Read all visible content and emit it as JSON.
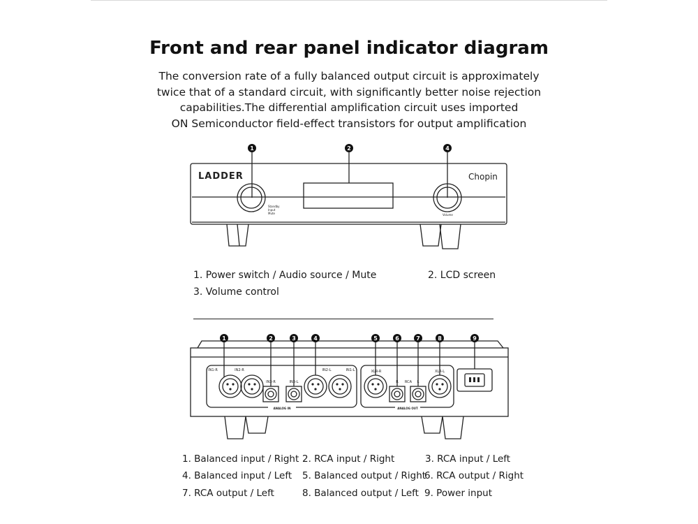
{
  "title": "Front and rear panel indicator diagram",
  "description": [
    "The conversion rate of a fully balanced output circuit is approximately",
    "twice that of a standard circuit, with significantly better noise rejection",
    "capabilities.The differential amplification circuit uses imported",
    "ON Semiconductor field-effect transistors for output amplification"
  ],
  "front_panel": {
    "brand": "LADDER",
    "model": "Chopin",
    "knob_left_caption": [
      "Standby",
      "Input",
      "Mute"
    ],
    "knob_right_caption": "Volume",
    "callouts": [
      "1",
      "2",
      "4"
    ]
  },
  "front_labels": {
    "item1": "1. Power switch / Audio source / Mute",
    "item2": "2. LCD screen",
    "item3": "3. Volume control"
  },
  "rear_panel": {
    "connectors": {
      "in1r": "IN1-R",
      "in2r": "IN2-R",
      "in3r": "IN3-R",
      "in3l": "IN3-L",
      "in2l": "IN2-L",
      "in1l": "IN1-L",
      "xlrr": "XLR-R",
      "r": "R",
      "rca": "RCA",
      "l": "L",
      "xlrl": "XLR-L"
    },
    "group_in": "ANALOG IN",
    "group_out": "ANALOG OUT",
    "callouts": [
      "1",
      "2",
      "3",
      "4",
      "5",
      "6",
      "7",
      "8",
      "9"
    ]
  },
  "rear_labels": {
    "l1": "1. Balanced input / Right",
    "l2": "2. RCA input / Right",
    "l3": "3.  RCA input / Left",
    "l4": "4. Balanced input / Left",
    "l5": "5. Balanced output / Right",
    "l6": "6. RCA output / Right",
    "l7": "7. RCA output / Left",
    "l8": "8. Balanced output / Left",
    "l9": "9. Power input"
  }
}
